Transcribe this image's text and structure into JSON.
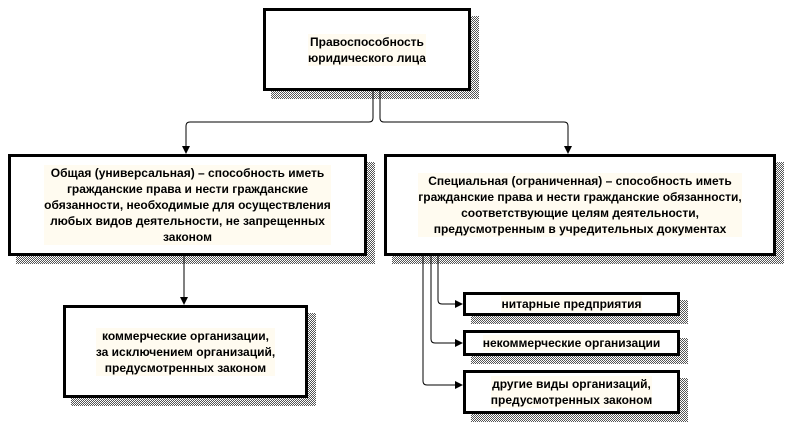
{
  "diagram": {
    "root": {
      "lines": [
        "Правоспособность",
        "юридического лица"
      ]
    },
    "general": {
      "lines": [
        "Общая (универсальная) – способность иметь",
        "гражданские права и нести гражданские",
        "обязанности, необходимые для осуществления",
        "любых видов деятельности, не запрещенных",
        "законом"
      ]
    },
    "special": {
      "lines": [
        "Специальная (ограниченная) –  способность иметь",
        "гражданские права и нести гражданские обязанности,",
        "соответствующие целям  деятельности,",
        "предусмотренным в учредительных документах"
      ]
    },
    "commercial": {
      "lines": [
        "коммерческие организации,",
        "за исключением организаций,",
        "предусмотренных законом"
      ]
    },
    "unitary": {
      "lines": [
        "нитарные предприятия"
      ]
    },
    "noncommercial": {
      "lines": [
        "некоммерческие организации"
      ]
    },
    "other": {
      "lines": [
        "другие виды организаций,",
        "предусмотренных законом"
      ]
    }
  }
}
